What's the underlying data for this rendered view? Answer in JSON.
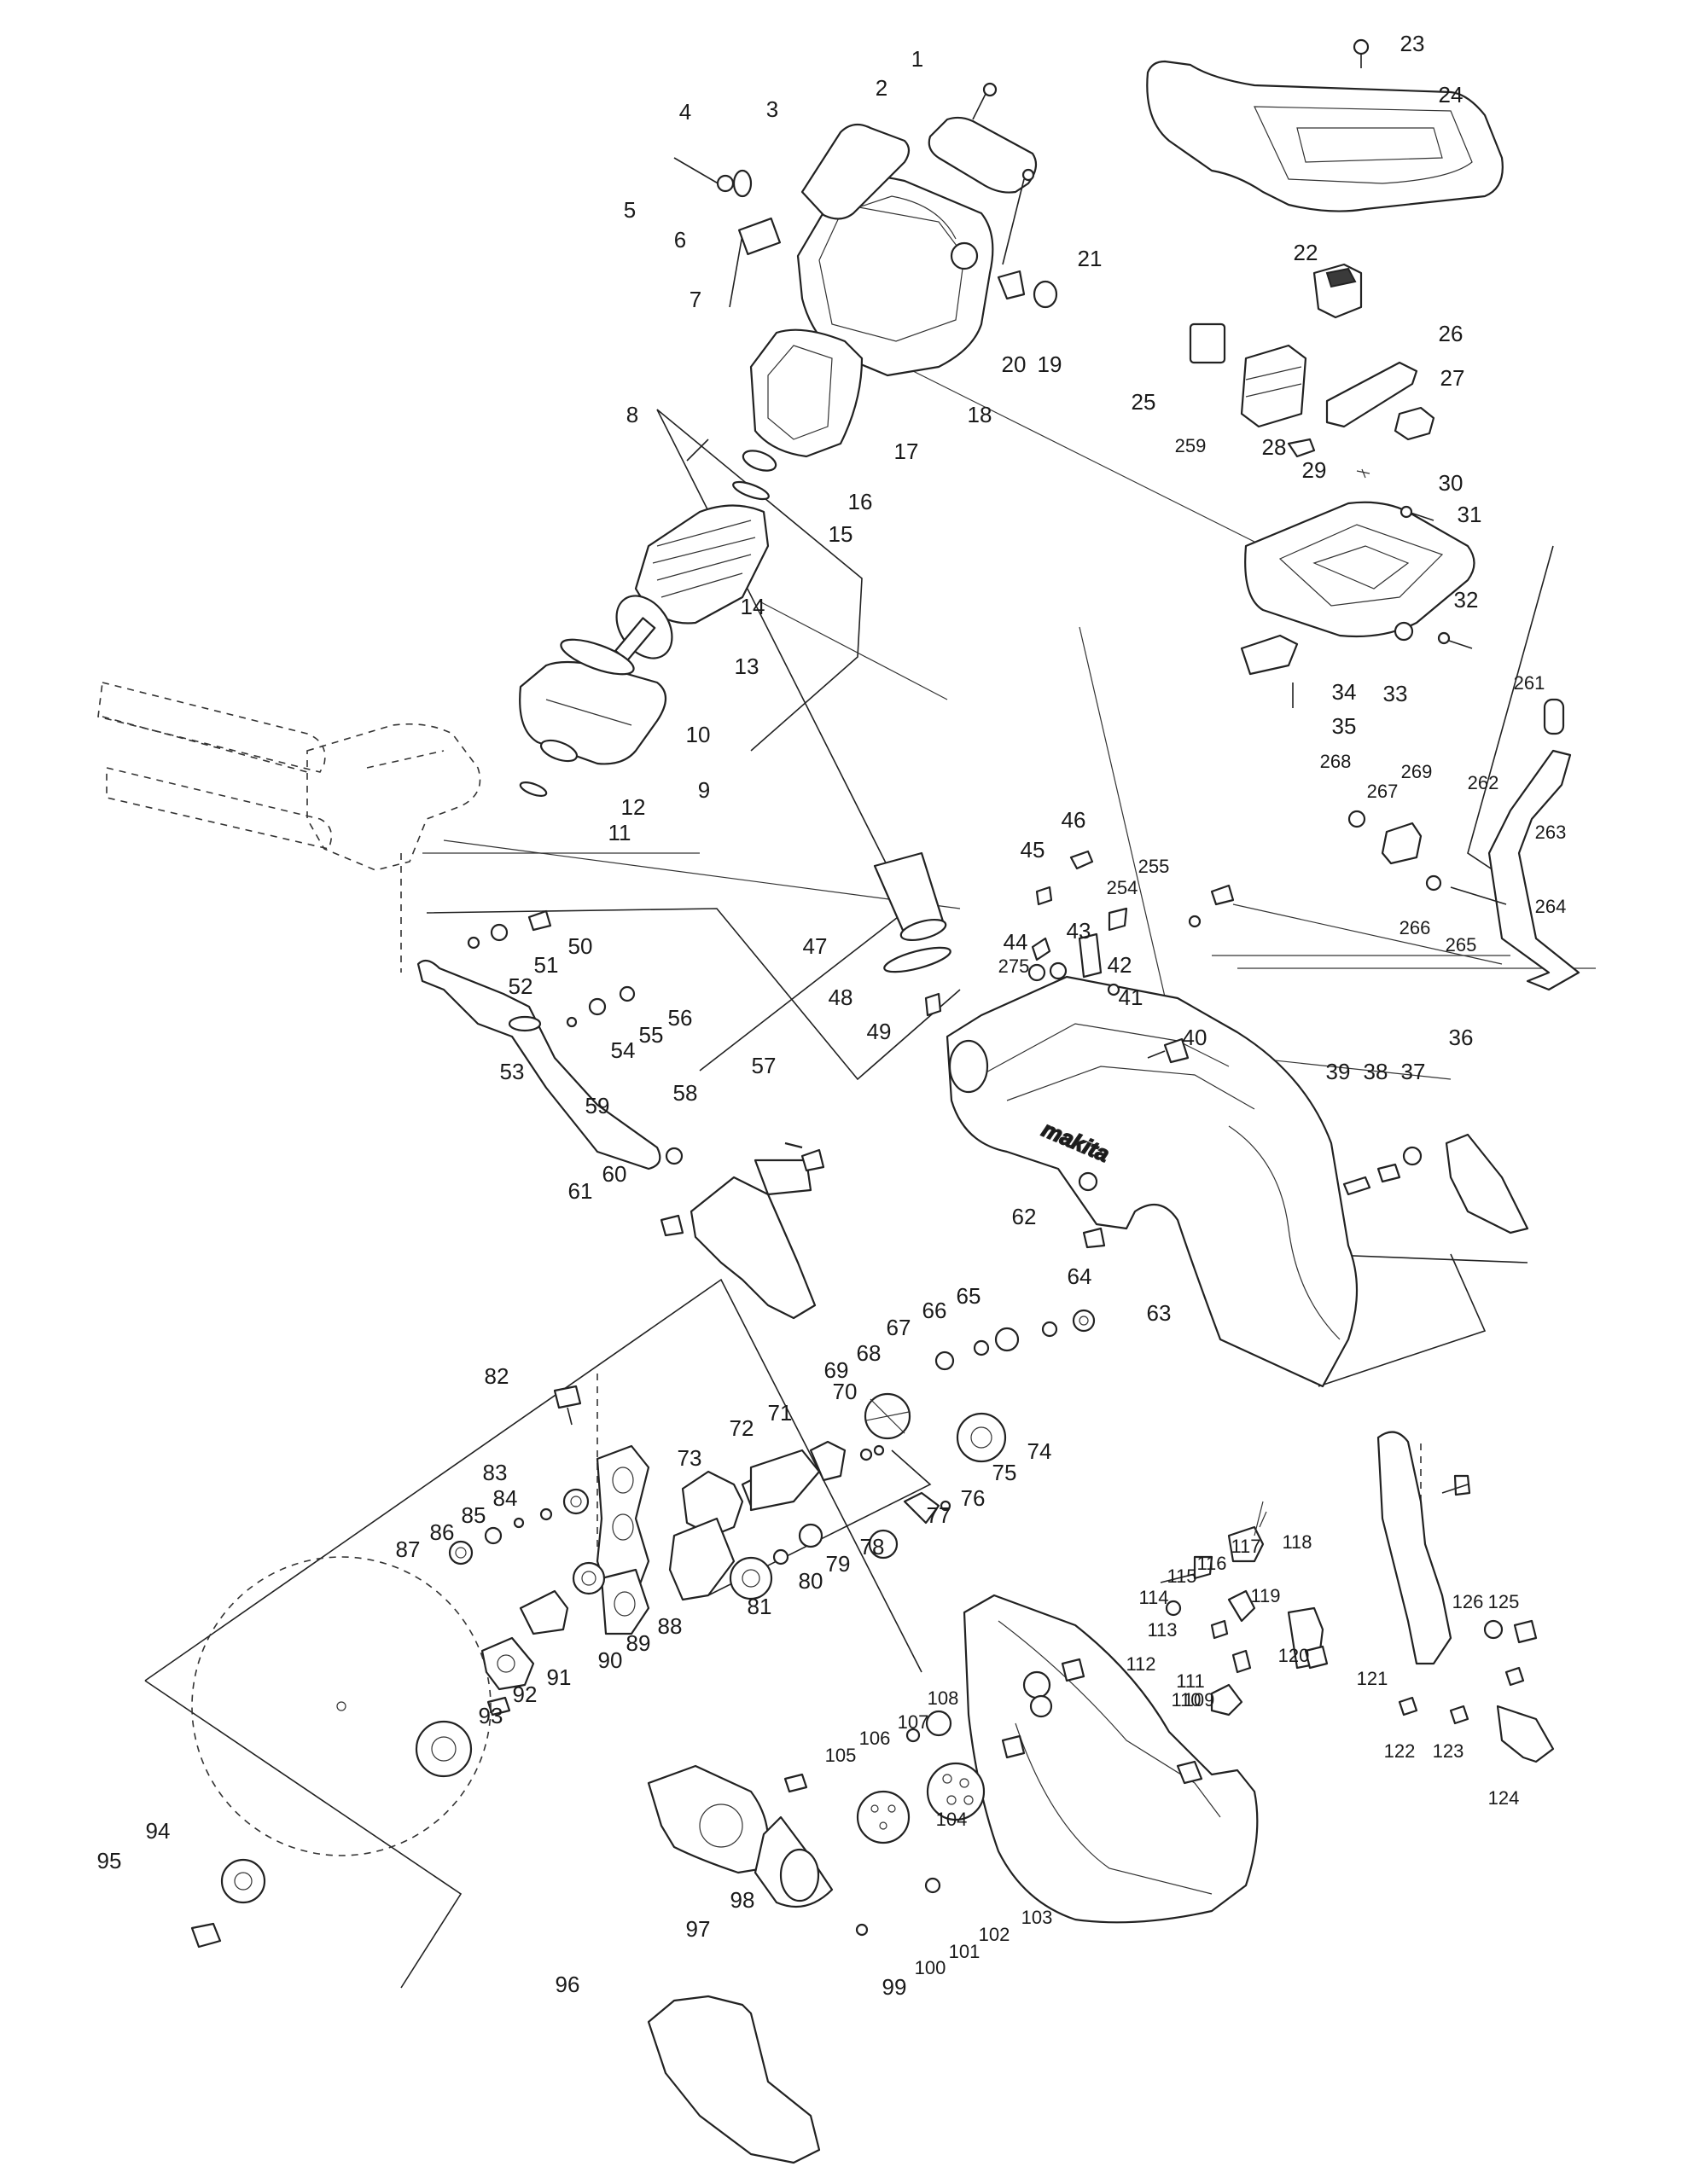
{
  "brand": "makita",
  "callouts": [
    {
      "id": "1",
      "label": "1"
    },
    {
      "id": "2",
      "label": "2"
    },
    {
      "id": "3",
      "label": "3"
    },
    {
      "id": "4",
      "label": "4"
    },
    {
      "id": "5",
      "label": "5"
    },
    {
      "id": "6",
      "label": "6"
    },
    {
      "id": "7",
      "label": "7"
    },
    {
      "id": "8",
      "label": "8"
    },
    {
      "id": "9",
      "label": "9"
    },
    {
      "id": "10",
      "label": "10"
    },
    {
      "id": "11",
      "label": "11"
    },
    {
      "id": "12",
      "label": "12"
    },
    {
      "id": "13",
      "label": "13"
    },
    {
      "id": "14",
      "label": "14"
    },
    {
      "id": "15",
      "label": "15"
    },
    {
      "id": "16",
      "label": "16"
    },
    {
      "id": "17",
      "label": "17"
    },
    {
      "id": "18",
      "label": "18"
    },
    {
      "id": "19",
      "label": "19"
    },
    {
      "id": "20",
      "label": "20"
    },
    {
      "id": "21",
      "label": "21"
    },
    {
      "id": "22",
      "label": "22"
    },
    {
      "id": "23",
      "label": "23"
    },
    {
      "id": "24",
      "label": "24"
    },
    {
      "id": "25",
      "label": "25"
    },
    {
      "id": "26",
      "label": "26"
    },
    {
      "id": "27",
      "label": "27"
    },
    {
      "id": "28",
      "label": "28"
    },
    {
      "id": "29",
      "label": "29"
    },
    {
      "id": "30",
      "label": "30"
    },
    {
      "id": "31",
      "label": "31"
    },
    {
      "id": "32",
      "label": "32"
    },
    {
      "id": "33",
      "label": "33"
    },
    {
      "id": "34",
      "label": "34"
    },
    {
      "id": "35",
      "label": "35"
    },
    {
      "id": "36",
      "label": "36"
    },
    {
      "id": "37",
      "label": "37"
    },
    {
      "id": "38",
      "label": "38"
    },
    {
      "id": "39",
      "label": "39"
    },
    {
      "id": "40",
      "label": "40"
    },
    {
      "id": "41",
      "label": "41"
    },
    {
      "id": "42",
      "label": "42"
    },
    {
      "id": "43",
      "label": "43"
    },
    {
      "id": "44",
      "label": "44"
    },
    {
      "id": "45",
      "label": "45"
    },
    {
      "id": "46",
      "label": "46"
    },
    {
      "id": "47",
      "label": "47"
    },
    {
      "id": "48",
      "label": "48"
    },
    {
      "id": "49",
      "label": "49"
    },
    {
      "id": "50",
      "label": "50"
    },
    {
      "id": "51",
      "label": "51"
    },
    {
      "id": "52",
      "label": "52"
    },
    {
      "id": "53",
      "label": "53"
    },
    {
      "id": "54",
      "label": "54"
    },
    {
      "id": "55",
      "label": "55"
    },
    {
      "id": "56",
      "label": "56"
    },
    {
      "id": "57",
      "label": "57"
    },
    {
      "id": "58",
      "label": "58"
    },
    {
      "id": "59",
      "label": "59"
    },
    {
      "id": "60",
      "label": "60"
    },
    {
      "id": "61",
      "label": "61"
    },
    {
      "id": "62",
      "label": "62"
    },
    {
      "id": "63",
      "label": "63"
    },
    {
      "id": "64",
      "label": "64"
    },
    {
      "id": "65",
      "label": "65"
    },
    {
      "id": "66",
      "label": "66"
    },
    {
      "id": "67",
      "label": "67"
    },
    {
      "id": "68",
      "label": "68"
    },
    {
      "id": "69",
      "label": "69"
    },
    {
      "id": "70",
      "label": "70"
    },
    {
      "id": "71",
      "label": "71"
    },
    {
      "id": "72",
      "label": "72"
    },
    {
      "id": "73",
      "label": "73"
    },
    {
      "id": "74",
      "label": "74"
    },
    {
      "id": "75",
      "label": "75"
    },
    {
      "id": "76",
      "label": "76"
    },
    {
      "id": "77",
      "label": "77"
    },
    {
      "id": "78",
      "label": "78"
    },
    {
      "id": "79",
      "label": "79"
    },
    {
      "id": "80",
      "label": "80"
    },
    {
      "id": "81",
      "label": "81"
    },
    {
      "id": "82",
      "label": "82"
    },
    {
      "id": "83",
      "label": "83"
    },
    {
      "id": "84",
      "label": "84"
    },
    {
      "id": "85",
      "label": "85"
    },
    {
      "id": "86",
      "label": "86"
    },
    {
      "id": "87",
      "label": "87"
    },
    {
      "id": "88",
      "label": "88"
    },
    {
      "id": "89",
      "label": "89"
    },
    {
      "id": "90",
      "label": "90"
    },
    {
      "id": "91",
      "label": "91"
    },
    {
      "id": "92",
      "label": "92"
    },
    {
      "id": "93",
      "label": "93"
    },
    {
      "id": "94",
      "label": "94"
    },
    {
      "id": "95",
      "label": "95"
    },
    {
      "id": "96",
      "label": "96"
    },
    {
      "id": "97",
      "label": "97"
    },
    {
      "id": "98",
      "label": "98"
    },
    {
      "id": "99",
      "label": "99"
    },
    {
      "id": "100",
      "label": "100"
    },
    {
      "id": "101",
      "label": "101"
    },
    {
      "id": "102",
      "label": "102"
    },
    {
      "id": "103",
      "label": "103"
    },
    {
      "id": "104",
      "label": "104"
    },
    {
      "id": "105",
      "label": "105"
    },
    {
      "id": "106",
      "label": "106"
    },
    {
      "id": "107",
      "label": "107"
    },
    {
      "id": "108",
      "label": "108"
    },
    {
      "id": "109",
      "label": "109"
    },
    {
      "id": "110",
      "label": "110"
    },
    {
      "id": "111",
      "label": "111"
    },
    {
      "id": "112",
      "label": "112"
    },
    {
      "id": "113",
      "label": "113"
    },
    {
      "id": "114",
      "label": "114"
    },
    {
      "id": "115",
      "label": "115"
    },
    {
      "id": "116",
      "label": "116"
    },
    {
      "id": "117",
      "label": "117"
    },
    {
      "id": "118",
      "label": "118"
    },
    {
      "id": "119",
      "label": "119"
    },
    {
      "id": "120",
      "label": "120"
    },
    {
      "id": "121",
      "label": "121"
    },
    {
      "id": "122",
      "label": "122"
    },
    {
      "id": "123",
      "label": "123"
    },
    {
      "id": "124",
      "label": "124"
    },
    {
      "id": "125",
      "label": "125"
    },
    {
      "id": "126",
      "label": "126"
    },
    {
      "id": "254",
      "label": "254"
    },
    {
      "id": "255",
      "label": "255"
    },
    {
      "id": "259",
      "label": "259"
    },
    {
      "id": "261",
      "label": "261"
    },
    {
      "id": "262",
      "label": "262"
    },
    {
      "id": "263",
      "label": "263"
    },
    {
      "id": "264",
      "label": "264"
    },
    {
      "id": "265",
      "label": "265"
    },
    {
      "id": "266",
      "label": "266"
    },
    {
      "id": "267",
      "label": "267"
    },
    {
      "id": "268",
      "label": "268"
    },
    {
      "id": "269",
      "label": "269"
    },
    {
      "id": "275",
      "label": "275"
    }
  ]
}
